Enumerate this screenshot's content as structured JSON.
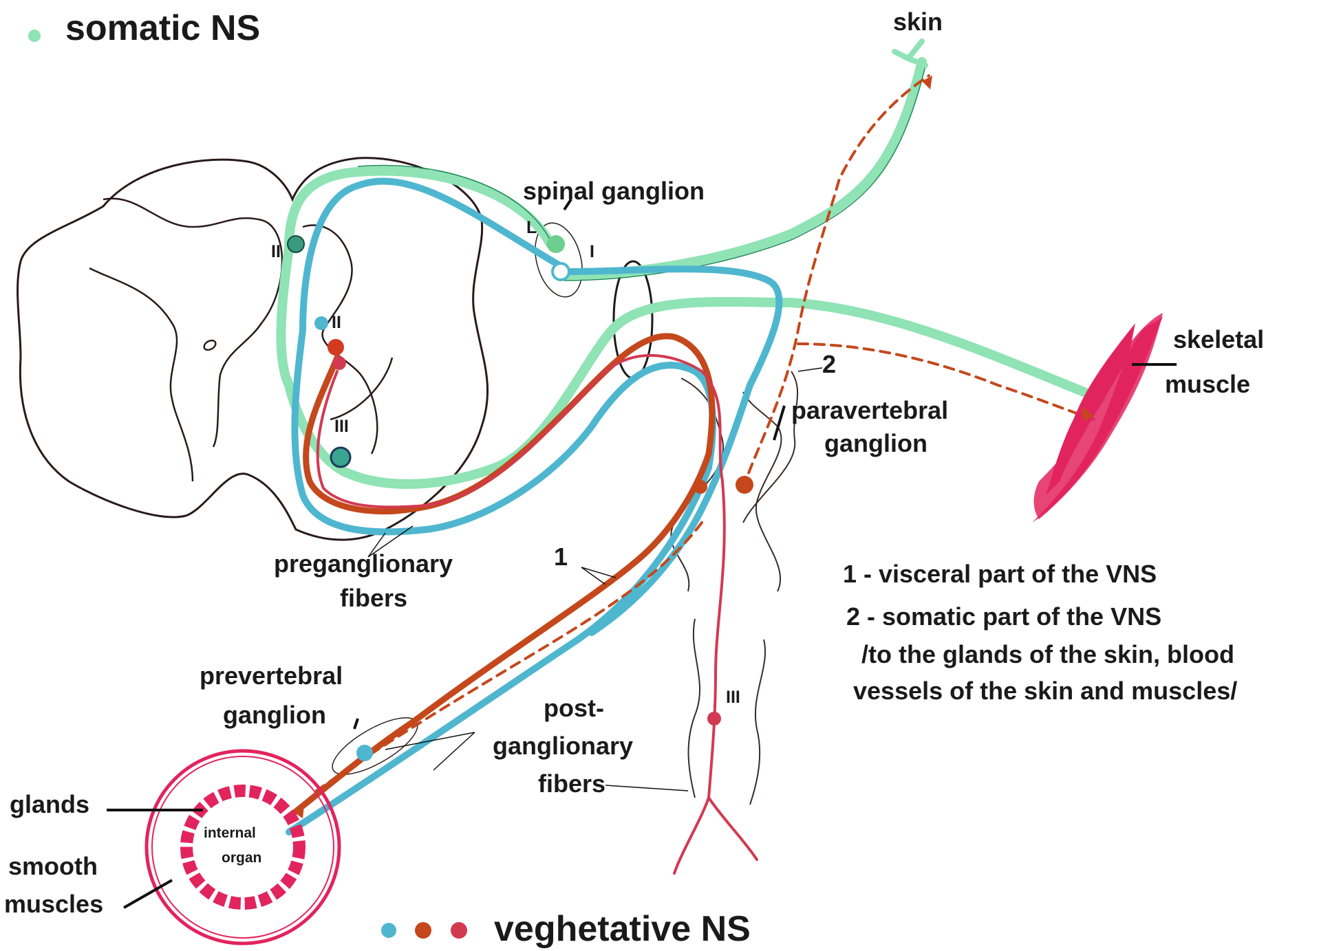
{
  "labels": {
    "somatic_ns": "somatic NS",
    "veghetative_ns": "veghetative NS",
    "skin": "skin",
    "spinal_ganglion": "spinal ganglion",
    "skeletal_muscle_1": "skeletal",
    "skeletal_muscle_2": "muscle",
    "paravertebral_1": "paravertebral",
    "paravertebral_2": "ganglion",
    "preganglionary_1": "preganglionary",
    "preganglionary_2": "fibers",
    "prevertebral_1": "prevertebral",
    "prevertebral_2": "ganglion",
    "postganglionary_1": "post-",
    "postganglionary_2": "ganglionary",
    "postganglionary_3": "fibers",
    "glands": "glands",
    "smooth_muscles_1": "smooth",
    "smooth_muscles_2": "muscles",
    "internal_organ_1": "internal",
    "internal_organ_2": "organ",
    "num_1": "1",
    "num_2": "2",
    "roman_I": "I",
    "roman_II_a": "II",
    "roman_II_b": "II",
    "roman_III_a": "III",
    "roman_III_b": "III",
    "roman_L": "L"
  },
  "legend": [
    "1 - visceral part of the VNS",
    "2 - somatic part of the VNS",
    "/to the glands of the skin, blood",
    "vessels of the skin and muscles/"
  ],
  "colors": {
    "somatic_green": "#8fe3b4",
    "vns_blue": "#4fb6cf",
    "vns_brown": "#c4481c",
    "vns_red": "#d23a52",
    "muscle_pink": "#e2245e",
    "outline": "#2a1a1a"
  }
}
